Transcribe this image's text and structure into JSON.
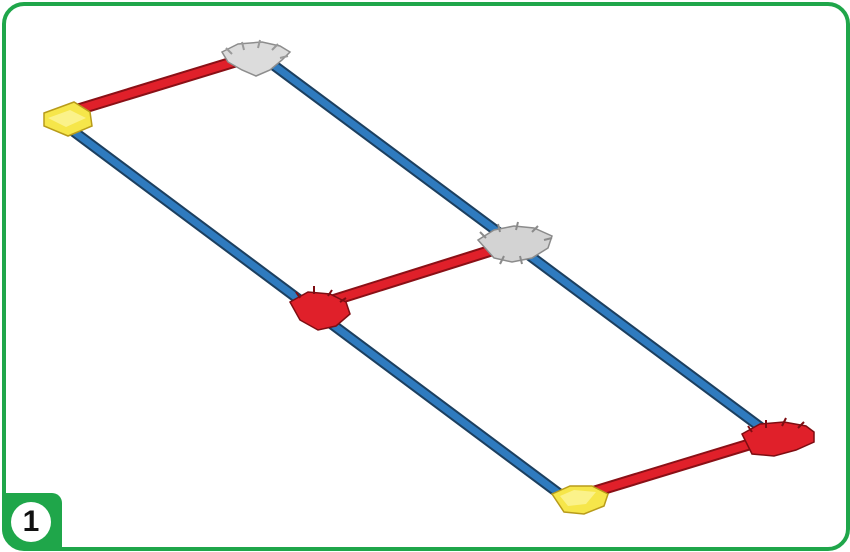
{
  "step": {
    "number": "1"
  },
  "colors": {
    "frame": "#1fa64a",
    "rod_blue": "#2f7bbf",
    "rod_red": "#e0202a",
    "connector_yellow": "#f6e64a",
    "connector_gray": "#c9c9c9",
    "connector_red": "#e0202a"
  },
  "parts": {
    "rods": [
      {
        "id": "rod-left-blue",
        "color": "blue"
      },
      {
        "id": "rod-right-blue",
        "color": "blue"
      },
      {
        "id": "rod-top-red",
        "color": "red"
      },
      {
        "id": "rod-middle-red",
        "color": "red"
      },
      {
        "id": "rod-bottom-red",
        "color": "red"
      }
    ],
    "connectors": [
      {
        "id": "connector-top-left",
        "color": "yellow"
      },
      {
        "id": "connector-top-right",
        "color": "gray"
      },
      {
        "id": "connector-middle-left",
        "color": "red"
      },
      {
        "id": "connector-middle-right",
        "color": "gray"
      },
      {
        "id": "connector-bottom-left",
        "color": "yellow"
      },
      {
        "id": "connector-bottom-right",
        "color": "red"
      }
    ]
  }
}
